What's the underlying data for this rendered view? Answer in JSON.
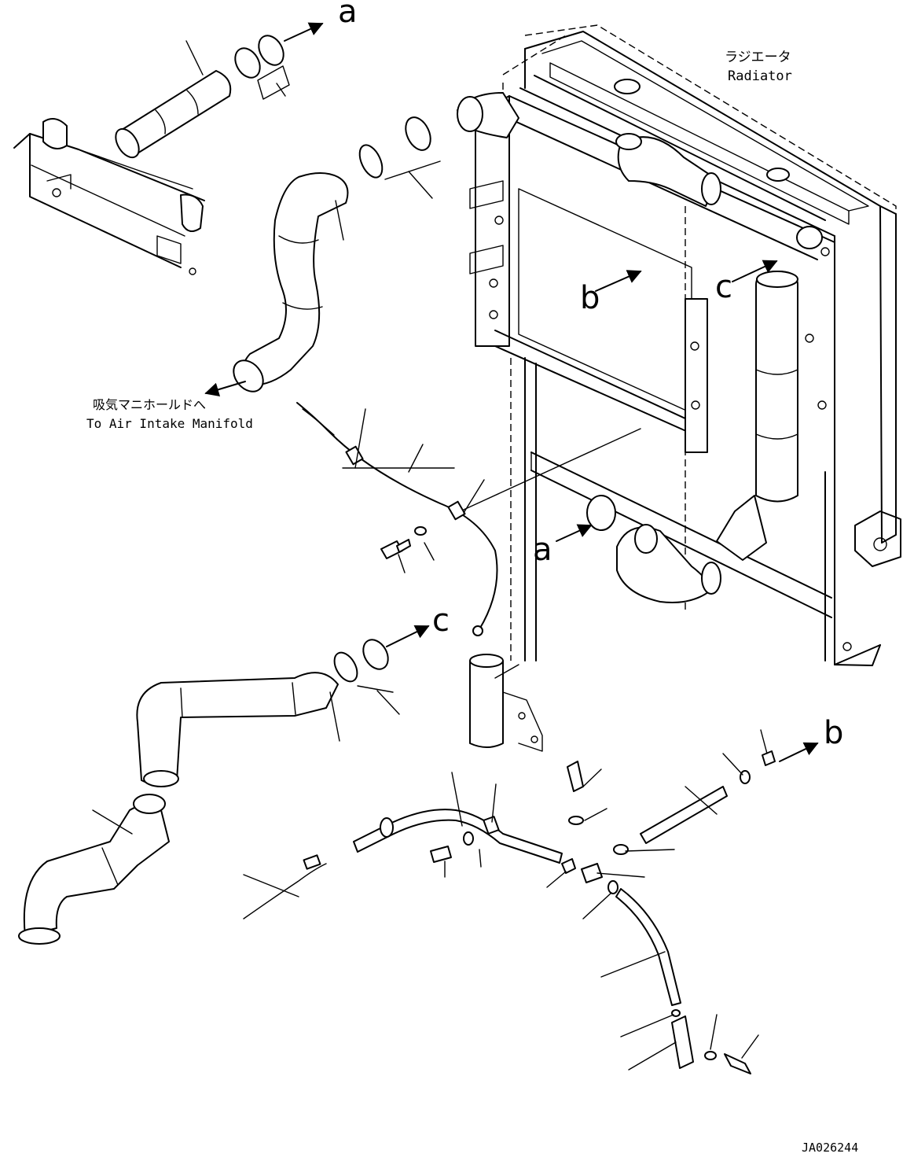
{
  "labels": {
    "radiator_jp": "ラジエータ",
    "radiator_en": "Radiator",
    "intake_jp": "吸気マニホールドへ",
    "intake_en": "To Air Intake Manifold",
    "drawing_code": "JA026244"
  },
  "refs": {
    "a_top": "a",
    "a_mid": "a",
    "b_mid": "b",
    "b_right": "b",
    "c_mid": "c",
    "c_lower": "c"
  }
}
